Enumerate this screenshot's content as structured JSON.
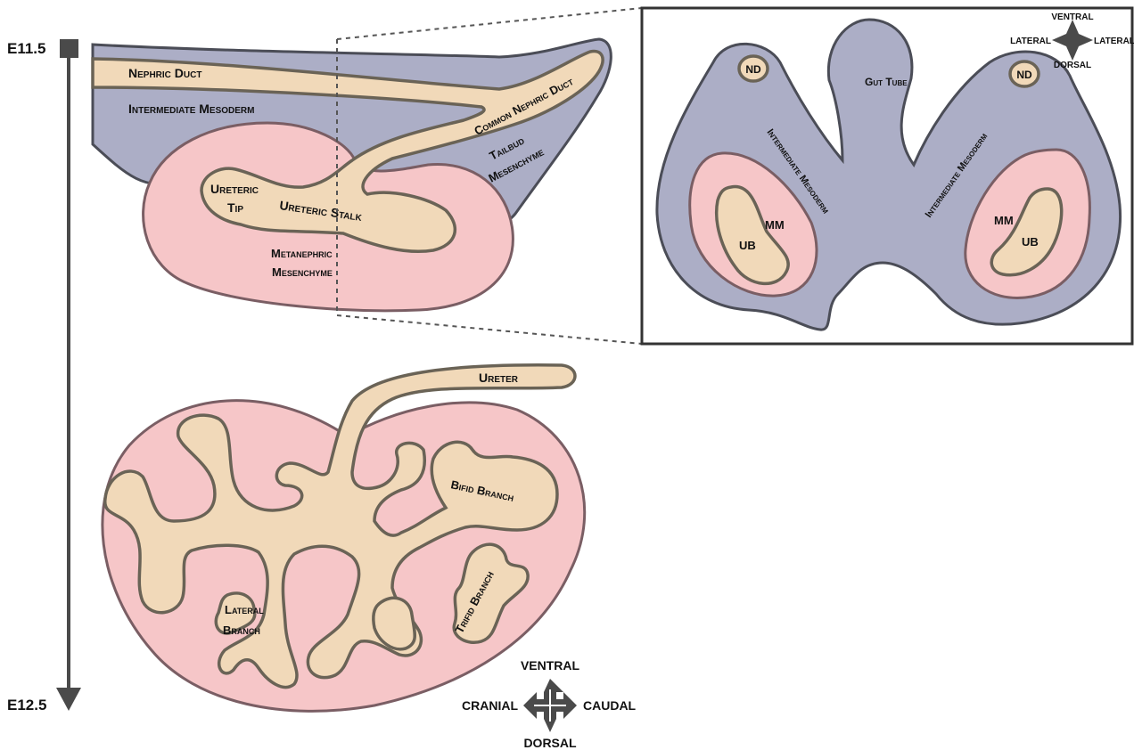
{
  "timeline": {
    "start": "E11.5",
    "end": "E12.5"
  },
  "top_diagram": {
    "nephric_duct": "Nephric Duct",
    "intermediate_mesoderm": "Intermediate Mesoderm",
    "common_nephric_duct": "Common Nephric Duct",
    "tailbud_mesenchyme_1": "Tailbud",
    "tailbud_mesenchyme_2": "Mesenchyme",
    "ureteric_tip_1": "Ureteric",
    "ureteric_tip_2": "Tip",
    "ureteric_stalk": "Ureteric Stalk",
    "metanephric_mesenchyme_1": "Metanephric",
    "metanephric_mesenchyme_2": "Mesenchyme"
  },
  "cross_section": {
    "gut_tube": "Gut Tube",
    "nd_left": "ND",
    "nd_right": "ND",
    "intermediate_mesoderm_left": "Intermediate Mesoderm",
    "intermediate_mesoderm_right": "Intermediate Mesoderm",
    "mm_left": "MM",
    "mm_right": "MM",
    "ub_left": "UB",
    "ub_right": "UB",
    "compass": {
      "top": "VENTRAL",
      "bottom": "DORSAL",
      "left": "LATERAL",
      "right": "LATERAL"
    }
  },
  "bottom_diagram": {
    "ureter": "Ureter",
    "bifid_branch": "Bifid Branch",
    "trifid_branch": "Trifid Branch",
    "lateral_branch_1": "Lateral",
    "lateral_branch_2": "Branch"
  },
  "compass_bottom": {
    "top": "VENTRAL",
    "bottom": "DORSAL",
    "left": "CRANIAL",
    "right": "CAUDAL"
  },
  "colors": {
    "mesoderm": "#acaec6",
    "mesenchyme": "#f6c6c8",
    "epithelium": "#f1d9b9",
    "outline": "#4b4d57"
  }
}
